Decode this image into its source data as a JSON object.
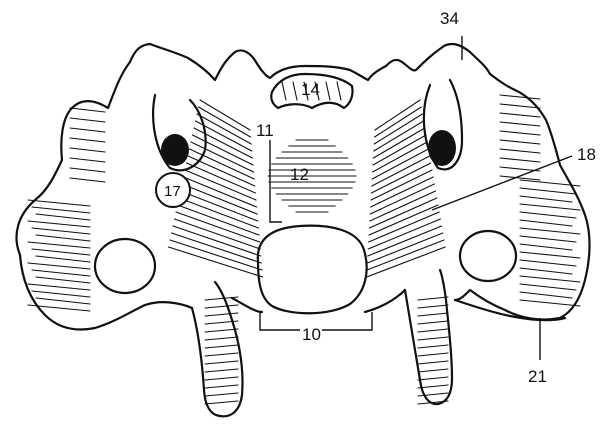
{
  "diagram": {
    "labels": {
      "l10": "10",
      "l11": "11",
      "l12": "12",
      "l14": "14",
      "l17": "17",
      "l18": "18",
      "l21": "21",
      "l34": "34"
    }
  }
}
